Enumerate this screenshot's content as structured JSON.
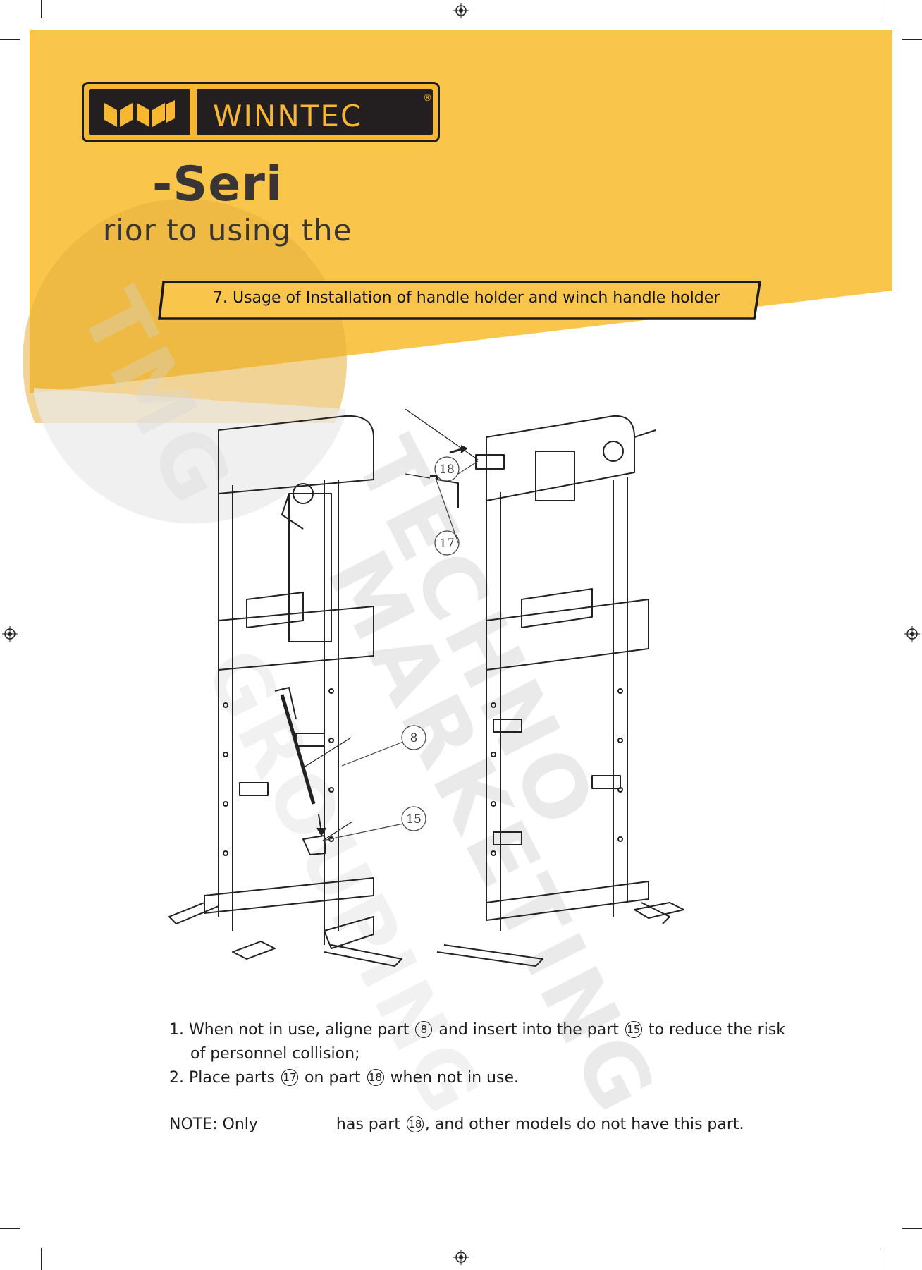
{
  "brand": {
    "logo_text": "WINNTEC",
    "registered_mark": "®",
    "colors": {
      "accent": "#f7b731",
      "dark": "#231f20",
      "header_bg": "#f9c54b"
    }
  },
  "header": {
    "series_title": "-Seri",
    "intro_text": "rior to using the"
  },
  "section": {
    "title": "7. Usage of Installation of handle holder and winch handle holder"
  },
  "watermark": {
    "line1": "TECHNO",
    "line2": "MARKETING",
    "line3": "GROUPING",
    "badge": "TMG"
  },
  "diagram": {
    "callouts": [
      "18",
      "17",
      "8",
      "15"
    ]
  },
  "instructions": {
    "item1_a": "1. When not in use, aligne part",
    "item1_p1": "8",
    "item1_b": "and insert into the part",
    "item1_p2": "15",
    "item1_c": "to reduce the risk",
    "item1_d": "of personnel collision;",
    "item2_a": "2. Place parts",
    "item2_p1": "17",
    "item2_b": "on part",
    "item2_p2": "18",
    "item2_c": "when not in use.",
    "note_a": "NOTE: Only",
    "note_b": "has part",
    "note_p": "18",
    "note_c": ", and other models do not have this part."
  }
}
